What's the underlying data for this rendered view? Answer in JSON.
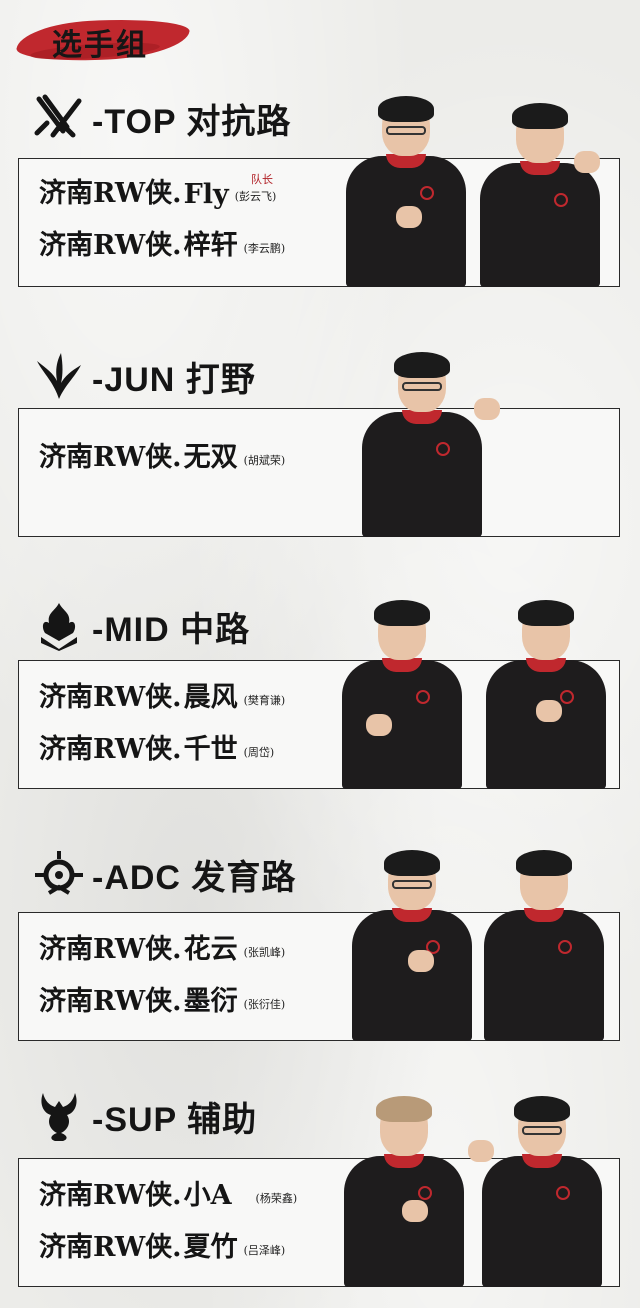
{
  "header": {
    "title": "选手组"
  },
  "accent_color": "#c0282e",
  "sections": [
    {
      "role": "-TOP 对抗路",
      "icon": "crossed-swords-icon",
      "players": [
        {
          "team": "济南RW侠.",
          "id": "Fly",
          "real_name": "(彭云飞)",
          "tag": "队长"
        },
        {
          "team": "济南RW侠.",
          "id": "梓轩",
          "real_name": "(李云鹏)"
        }
      ]
    },
    {
      "role": "-JUN 打野",
      "icon": "leaf-claw-icon",
      "players": [
        {
          "team": "济南RW侠.",
          "id": "无双",
          "real_name": "(胡斌荣)"
        }
      ]
    },
    {
      "role": "-MID 中路",
      "icon": "flame-crest-icon",
      "players": [
        {
          "team": "济南RW侠.",
          "id": "晨风",
          "real_name": "(樊育谦)"
        },
        {
          "team": "济南RW侠.",
          "id": "千世",
          "real_name": "(周岱)"
        }
      ]
    },
    {
      "role": "-ADC 发育路",
      "icon": "bow-emblem-icon",
      "players": [
        {
          "team": "济南RW侠.",
          "id": "花云",
          "real_name": "(张凯峰)"
        },
        {
          "team": "济南RW侠.",
          "id": "墨衍",
          "real_name": "(张衍佳)"
        }
      ]
    },
    {
      "role": "-SUP 辅助",
      "icon": "horned-spirit-icon",
      "players": [
        {
          "team": "济南RW侠.",
          "id": "小A",
          "real_name": "(杨荣鑫)"
        },
        {
          "team": "济南RW侠.",
          "id": "夏竹",
          "real_name": "(吕泽峰)"
        }
      ]
    }
  ]
}
